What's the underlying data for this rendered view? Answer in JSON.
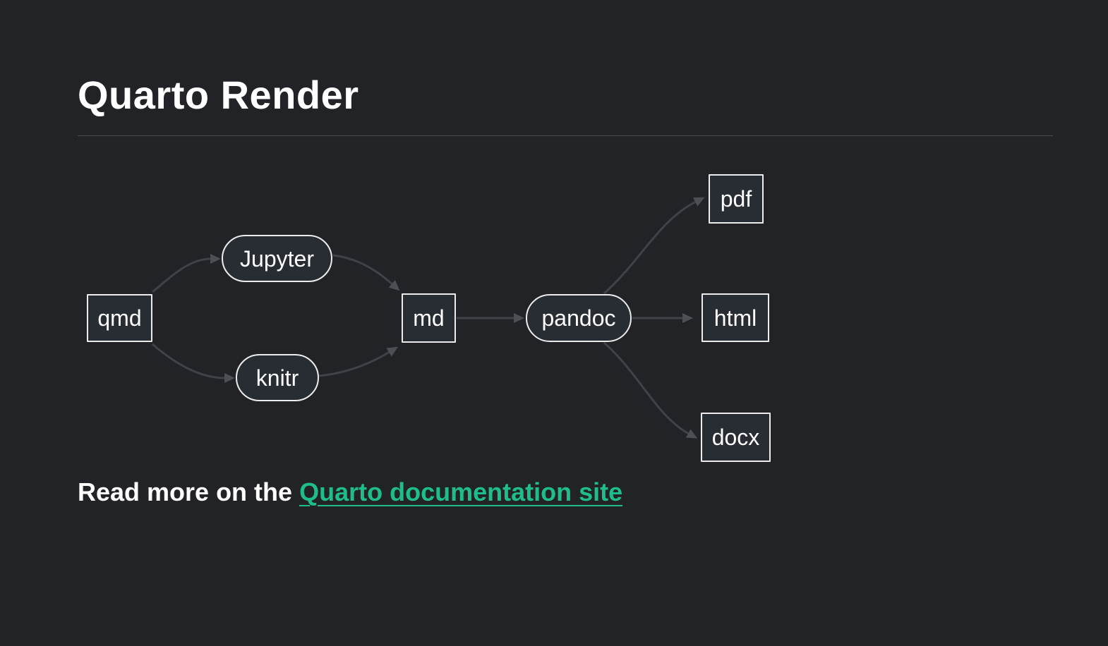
{
  "page": {
    "title": "Quarto Render",
    "background_color": "#222326",
    "title_color": "#ffffff",
    "divider_color": "#4d4d4d"
  },
  "diagram": {
    "type": "flowchart",
    "direction": "left-to-right",
    "colors": {
      "node_fill": "#282c33",
      "node_border": "#ececec",
      "node_label": "#ffffff",
      "edge": "#3f4246",
      "arrowhead": "#4c4f53"
    },
    "nodes": [
      {
        "id": "qmd",
        "label": "qmd",
        "shape": "rect"
      },
      {
        "id": "jupyter",
        "label": "Jupyter",
        "shape": "stadium"
      },
      {
        "id": "knitr",
        "label": "knitr",
        "shape": "stadium"
      },
      {
        "id": "md",
        "label": "md",
        "shape": "rect"
      },
      {
        "id": "pandoc",
        "label": "pandoc",
        "shape": "stadium"
      },
      {
        "id": "pdf",
        "label": "pdf",
        "shape": "rect"
      },
      {
        "id": "html",
        "label": "html",
        "shape": "rect"
      },
      {
        "id": "docx",
        "label": "docx",
        "shape": "rect"
      }
    ],
    "edges": [
      {
        "from": "qmd",
        "to": "jupyter"
      },
      {
        "from": "qmd",
        "to": "knitr"
      },
      {
        "from": "jupyter",
        "to": "md"
      },
      {
        "from": "knitr",
        "to": "md"
      },
      {
        "from": "md",
        "to": "pandoc"
      },
      {
        "from": "pandoc",
        "to": "pdf"
      },
      {
        "from": "pandoc",
        "to": "html"
      },
      {
        "from": "pandoc",
        "to": "docx"
      }
    ]
  },
  "footer": {
    "prefix": "Read more on the",
    "link_label": "Quarto documentation site",
    "link_color": "#1fbc8c"
  }
}
